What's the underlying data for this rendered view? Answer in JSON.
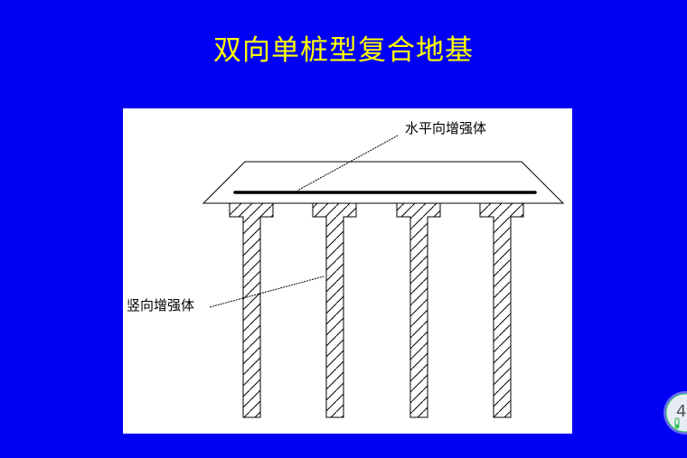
{
  "slide": {
    "title": "双向单桩型复合地基",
    "labels": {
      "horizontal": "水平向增强体",
      "vertical": "竖向增强体"
    },
    "page_badge": "4"
  },
  "colors": {
    "background": "#0000f5",
    "title": "#ffff00",
    "diagram_bg": "#ffffff"
  }
}
